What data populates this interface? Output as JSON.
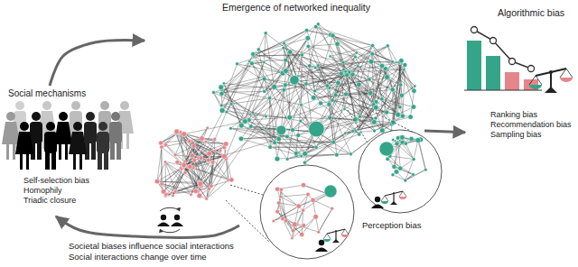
{
  "diagram": {
    "nodes": [
      {
        "text": [
          "Social mechanisms",
          "Self-selection bias",
          "Homophily",
          "Triadic closure"
        ]
      },
      {
        "text": [
          "Emergence of networked inequality"
        ]
      },
      {
        "text": [
          "Algorithmic bias",
          "Ranking bias",
          "Recommendation bias",
          "Sampling bias"
        ]
      }
    ],
    "edges": [
      {
        "from": 0,
        "to": 1,
        "arrow": "to"
      },
      {
        "from": 1,
        "to": 2,
        "arrow": "to"
      },
      {
        "from": 1,
        "to": 0,
        "arrow": "to"
      }
    ],
    "labels": [
      "Perception bias",
      "Societal biases influence social interactions",
      "Social interactions change over time"
    ]
  }
}
